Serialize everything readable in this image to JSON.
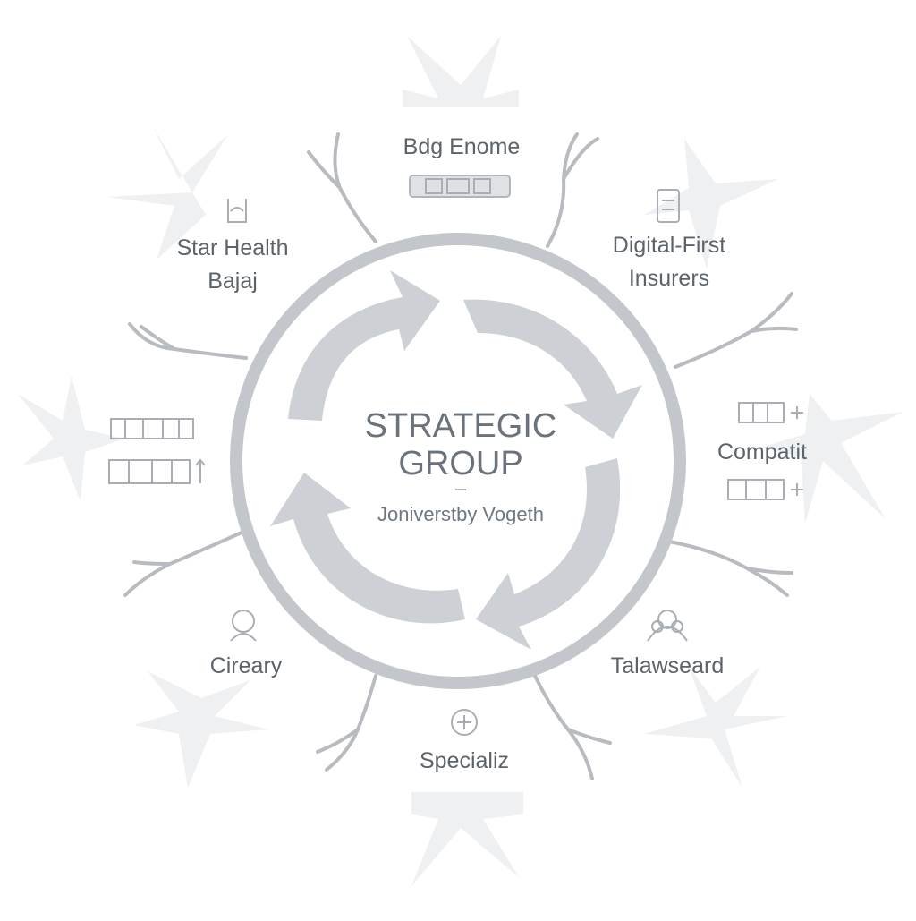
{
  "center": {
    "title_line1": "STRATEGIC",
    "title_line2": "GROUP",
    "dash": "–",
    "subtitle": "Joniverstby Vogeth"
  },
  "nodes": {
    "top": {
      "label": "Bdg Enome",
      "icon": "card-icon"
    },
    "top_left": {
      "line1": "Star Health",
      "line2": "Bajaj",
      "icon": "person-icon"
    },
    "top_right": {
      "line1": "Digital-First",
      "line2": "Insurers",
      "icon": "phone-icon"
    },
    "right": {
      "label": "Compatit",
      "icon": "bar-icon"
    },
    "bottom_right": {
      "label": "Talawseard",
      "icon": "people-icon"
    },
    "bottom": {
      "label": "Specializ",
      "icon": "plus-circle-icon"
    },
    "bottom_left": {
      "label": "Cireary",
      "icon": "user-circle-icon"
    },
    "left": {
      "icon": "bar-icon"
    }
  },
  "colors": {
    "text": "#5b636b",
    "ring": "#c3c7cc",
    "arrows": "#cdd1d5",
    "branches": "#b8bcc1",
    "ghost_shapes": "#eef0f2"
  }
}
